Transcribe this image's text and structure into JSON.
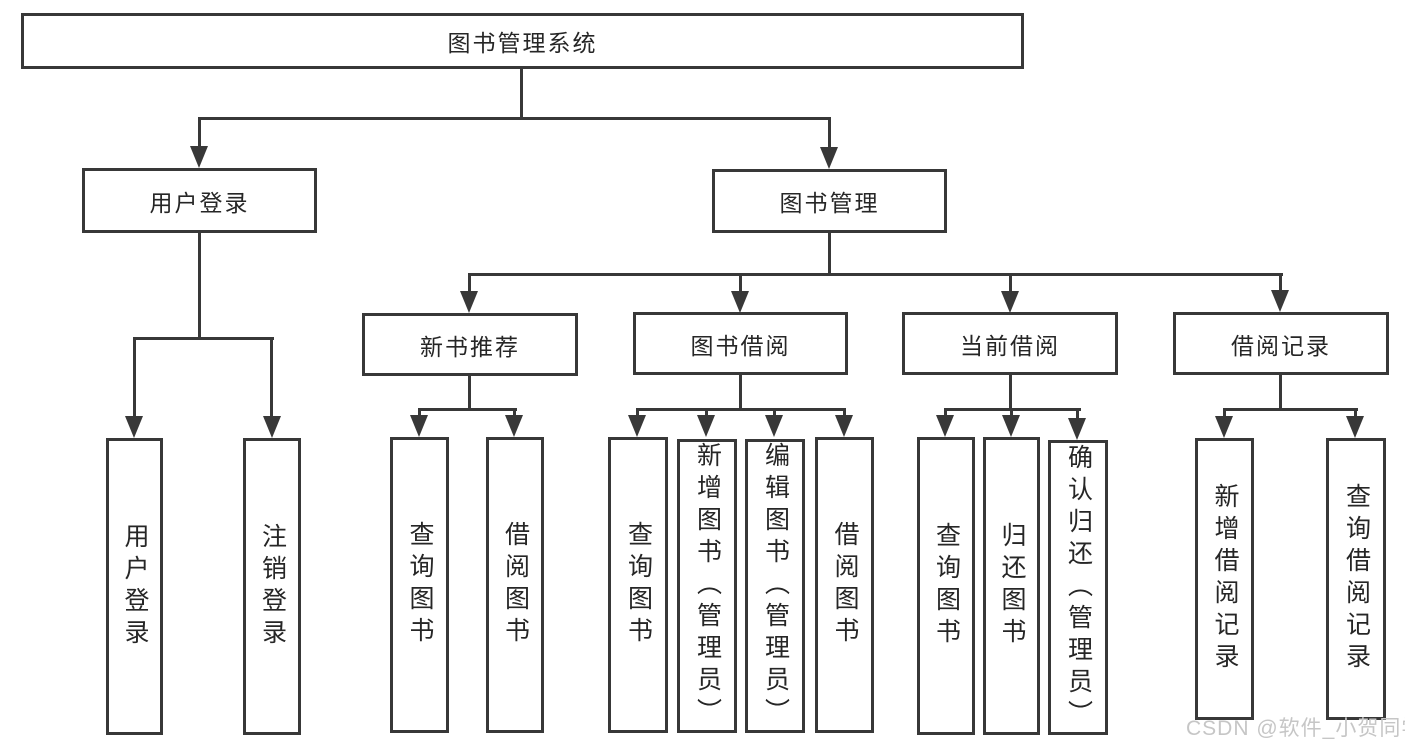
{
  "diagram_type": "hierarchy-tree",
  "tree": {
    "root": {
      "label": "图书管理系统",
      "children": [
        {
          "label": "用户登录",
          "children": [
            {
              "label": "用户登录"
            },
            {
              "label": "注销登录"
            }
          ]
        },
        {
          "label": "图书管理",
          "children": [
            {
              "label": "新书推荐",
              "children": [
                {
                  "label": "查询图书"
                },
                {
                  "label": "借阅图书"
                }
              ]
            },
            {
              "label": "图书借阅",
              "children": [
                {
                  "label": "查询图书"
                },
                {
                  "label": "新增图书（管理员）"
                },
                {
                  "label": "编辑图书（管理员）"
                },
                {
                  "label": "借阅图书"
                }
              ]
            },
            {
              "label": "当前借阅",
              "children": [
                {
                  "label": "查询图书"
                },
                {
                  "label": "归还图书"
                },
                {
                  "label": "确认归还（管理员）"
                }
              ]
            },
            {
              "label": "借阅记录",
              "children": [
                {
                  "label": "新增借阅记录"
                },
                {
                  "label": "查询借阅记录"
                }
              ]
            }
          ]
        }
      ]
    }
  },
  "watermark": {
    "text": "CSDN @软件_小贺同学"
  },
  "colors": {
    "line": "#383838",
    "text": "#262626",
    "box_background": "#ffffff",
    "watermark": "#c6c6c6",
    "background": "#ffffff"
  }
}
